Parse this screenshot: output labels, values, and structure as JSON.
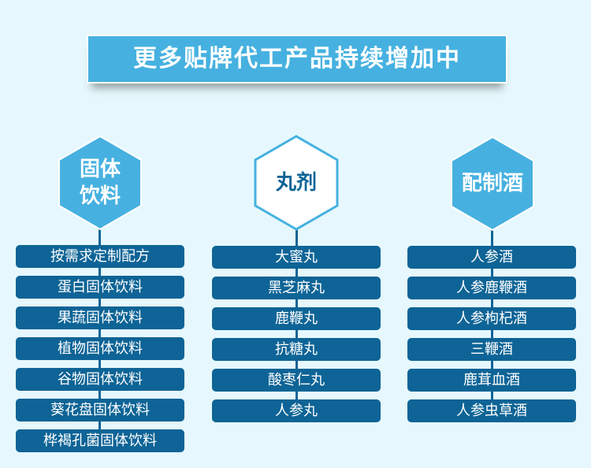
{
  "title": "更多贴牌代工产品持续增加中",
  "colors": {
    "accent": "#46b1e0",
    "box": "#0e6496",
    "background": "#e6f8fd"
  },
  "categories": [
    {
      "label_line1": "固体",
      "label_line2": "饮料",
      "items": [
        "按需求定制配方",
        "蛋白固体饮料",
        "果蔬固体饮料",
        "植物固体饮料",
        "谷物固体饮料",
        "葵花盘固体饮料",
        "桦褐孔菌固体饮料"
      ]
    },
    {
      "label_line1": "丸剂",
      "label_line2": "",
      "items": [
        "大蜜丸",
        "黑芝麻丸",
        "鹿鞭丸",
        "抗糖丸",
        "酸枣仁丸",
        "人参丸"
      ]
    },
    {
      "label_line1": "配制酒",
      "label_line2": "",
      "items": [
        "人参酒",
        "人参鹿鞭酒",
        "人参枸杞酒",
        "三鞭酒",
        "鹿茸血酒",
        "人参虫草酒"
      ]
    }
  ]
}
